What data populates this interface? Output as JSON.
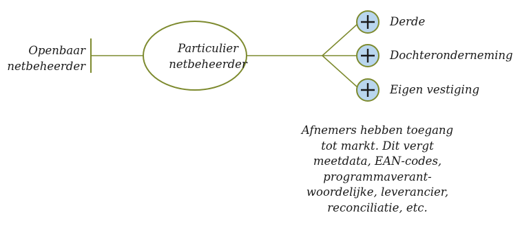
{
  "diagram": {
    "left_node": {
      "lines": [
        "Openbaar",
        "netbeheerder"
      ]
    },
    "center_node": {
      "lines": [
        "Particulier",
        "netbeheerder"
      ]
    },
    "branches": [
      {
        "label": "Derde",
        "icon": "plus-circle-icon"
      },
      {
        "label": "Dochteronderneming",
        "icon": "plus-circle-icon"
      },
      {
        "label": "Eigen vestiging",
        "icon": "plus-circle-icon"
      }
    ],
    "note": {
      "lines": [
        "Afnemers hebben toegang",
        "tot markt. Dit vergt",
        "meetdata, EAN-codes,",
        "programmaverant-",
        "woordelijke, leverancier,",
        "reconciliatie, etc."
      ]
    },
    "colors": {
      "line": "#7d8a2e",
      "icon_fill": "#b9d6ee",
      "icon_stroke": "#7d8a2e",
      "plus": "#1a1a1a",
      "text": "#1a1a1a"
    }
  }
}
